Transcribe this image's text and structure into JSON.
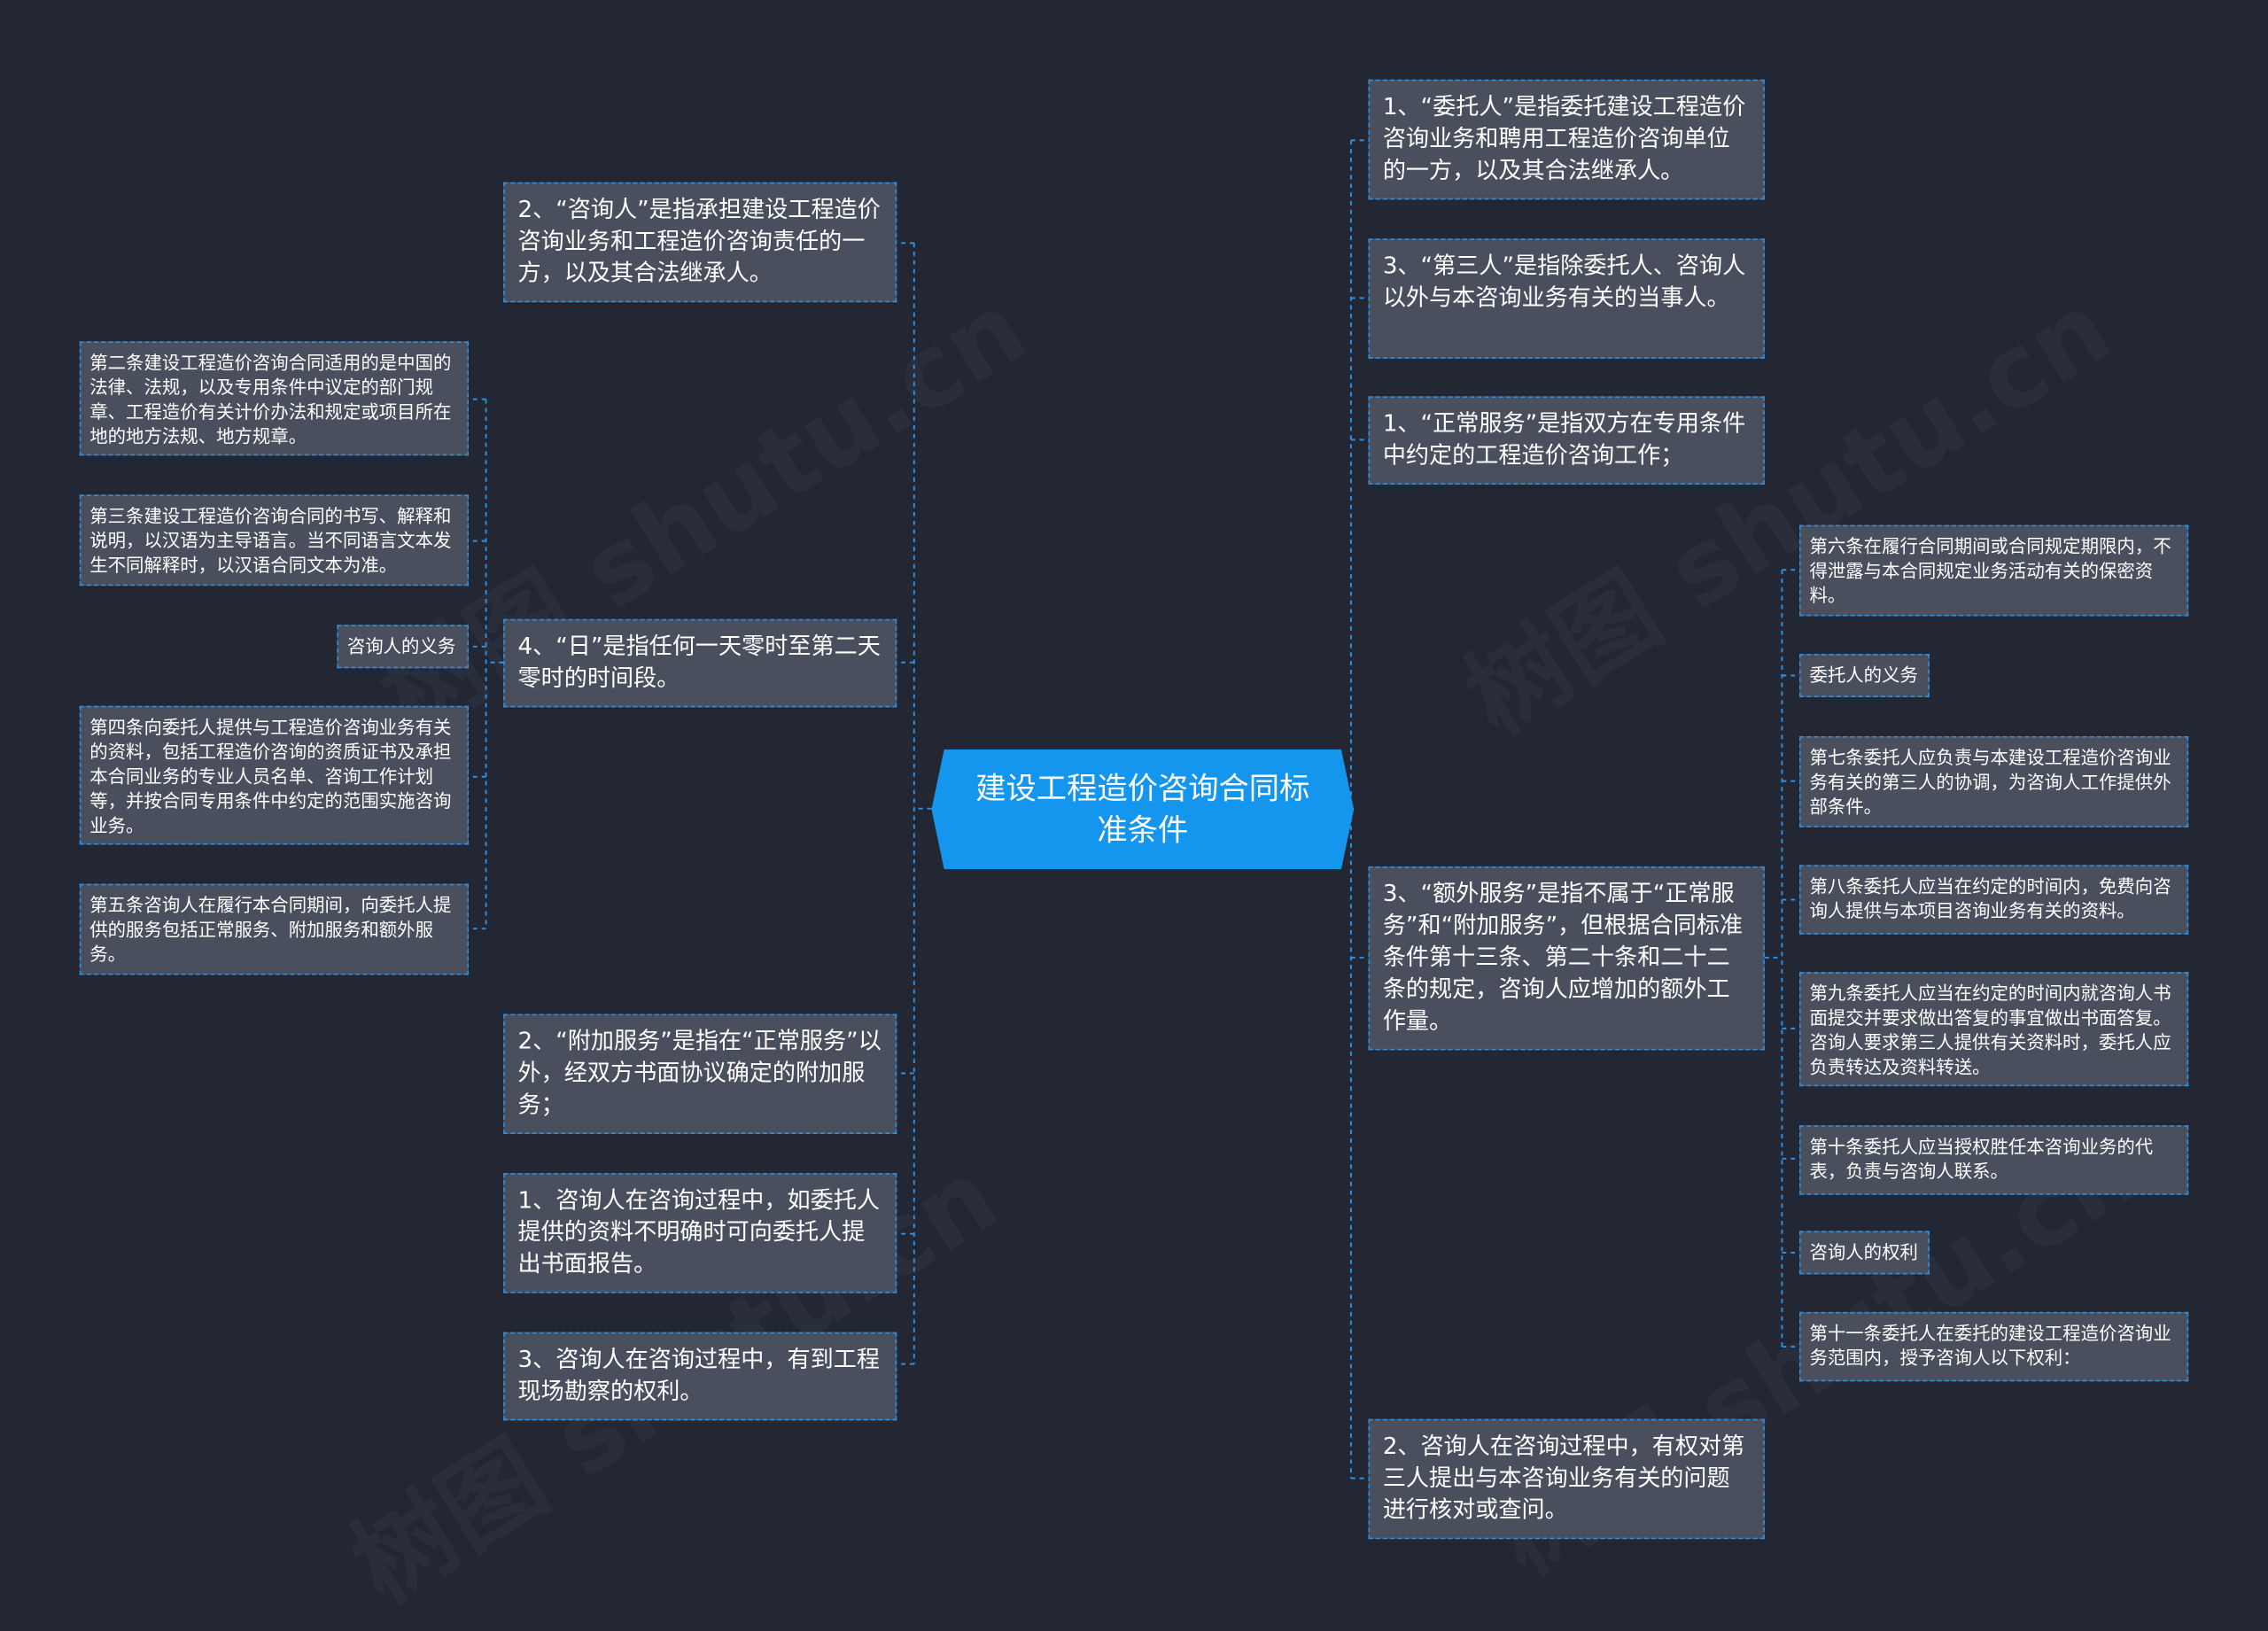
{
  "root": {
    "title": "建设工程造价咨询合同标准条件"
  },
  "left": {
    "n1": "2、“咨询人”是指承担建设工程造价咨询业务和工程造价咨询责任的一方，以及其合法继承人。",
    "n2": "4、“日”是指任何一天零时至第二天零时的时间段。",
    "n2_children": {
      "c1": "第二条建设工程造价咨询合同适用的是中国的法律、法规，以及专用条件中议定的部门规章、工程造价有关计价办法和规定或项目所在地的地方法规、地方规章。",
      "c2": "第三条建设工程造价咨询合同的书写、解释和说明，以汉语为主导语言。当不同语言文本发生不同解释时，以汉语合同文本为准。",
      "c3": "咨询人的义务",
      "c4": "第四条向委托人提供与工程造价咨询业务有关的资料，包括工程造价咨询的资质证书及承担本合同业务的专业人员名单、咨询工作计划等，并按合同专用条件中约定的范围实施咨询业务。",
      "c5": "第五条咨询人在履行本合同期间，向委托人提供的服务包括正常服务、附加服务和额外服务。"
    },
    "n3": "2、“附加服务”是指在“正常服务”以外，经双方书面协议确定的附加服务；",
    "n4": "1、咨询人在咨询过程中，如委托人提供的资料不明确时可向委托人提出书面报告。",
    "n5": "3、咨询人在咨询过程中，有到工程现场勘察的权利。"
  },
  "right": {
    "n1": "1、“委托人”是指委托建设工程造价咨询业务和聘用工程造价咨询单位的一方，以及其合法继承人。",
    "n2": "3、“第三人”是指除委托人、咨询人以外与本咨询业务有关的当事人。",
    "n3": "1、“正常服务”是指双方在专用条件中约定的工程造价咨询工作；",
    "n4": "3、“额外服务”是指不属于“正常服务”和“附加服务”，但根据合同标准条件第十三条、第二十条和二十二条的规定，咨询人应增加的额外工作量。",
    "n4_children": {
      "c1": "第六条在履行合同期间或合同规定期限内，不得泄露与本合同规定业务活动有关的保密资料。",
      "c2": "委托人的义务",
      "c3": "第七条委托人应负责与本建设工程造价咨询业务有关的第三人的协调，为咨询人工作提供外部条件。",
      "c4": "第八条委托人应当在约定的时间内，免费向咨询人提供与本项目咨询业务有关的资料。",
      "c5": "第九条委托人应当在约定的时间内就咨询人书面提交并要求做出答复的事宜做出书面答复。咨询人要求第三人提供有关资料时，委托人应负责转达及资料转送。",
      "c6": "第十条委托人应当授权胜任本咨询业务的代表，负责与咨询人联系。",
      "c7": "咨询人的权利",
      "c8": "第十一条委托人在委托的建设工程造价咨询业务范围内，授予咨询人以下权利："
    },
    "n5": "2、咨询人在咨询过程中，有权对第三人提出与本咨询业务有关的问题进行核对或查问。"
  },
  "colors": {
    "background": "#232733",
    "root": "#1596ee",
    "node": "#4a4f5e",
    "line": "#2e8fe3"
  }
}
